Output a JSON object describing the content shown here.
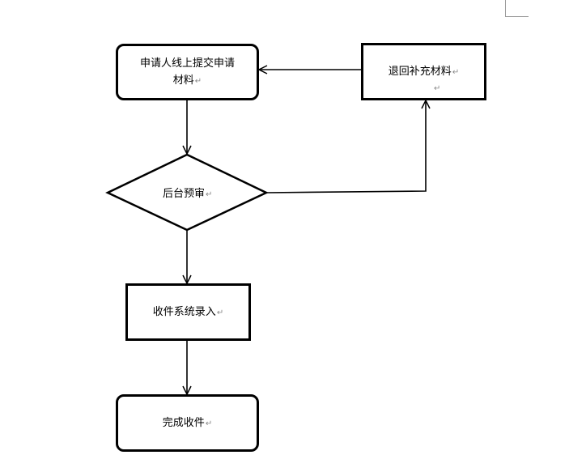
{
  "diagram": {
    "nodes": {
      "submit": {
        "line1": "申请人线上提交申请",
        "line2": "材料"
      },
      "return": {
        "text": "退回补充材料"
      },
      "review": {
        "text": "后台预审"
      },
      "entry": {
        "text": "收件系统录入"
      },
      "done": {
        "text": "完成收件"
      }
    },
    "paragraph_mark": "↵"
  }
}
